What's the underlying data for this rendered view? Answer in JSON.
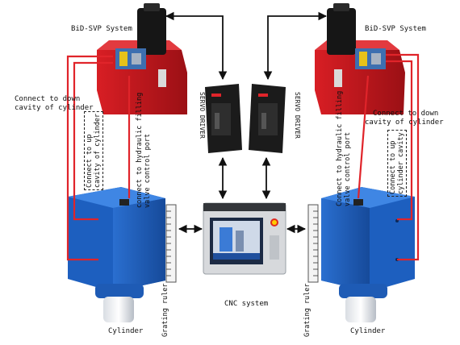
{
  "labels": {
    "bid_svp_left": "BiD-SVP System",
    "bid_svp_right": "BiD-SVP System",
    "connect_down_left_1": "Connect to down",
    "connect_down_left_2": "cavity of cylinder",
    "connect_down_right_1": "Connect to down",
    "connect_down_right_2": "cavity of cylinder",
    "connect_up_left_1": "Connect to up",
    "connect_up_left_2": "cavity of cylinder",
    "connect_up_right_1": "Connect to up",
    "connect_up_right_2": "cylinder cavity",
    "hyd_left_1": "connect to hydraulic filling",
    "hyd_left_2": "valve control port",
    "hyd_right_1": "Connect to hydraulic filling",
    "hyd_right_2": "valve control port",
    "servo_left": "SERVO DRIVER",
    "servo_right": "SERVO DRIVER",
    "cnc": "CNC system",
    "grating_left": "Grating ruler",
    "grating_right": "Grating ruler",
    "cylinder_left": "Cylinder",
    "cylinder_right": "Cylinder"
  },
  "colors": {
    "hydraulic_line": "#e0242a",
    "unit_red": "#c4161c",
    "cylinder_blue": "#1d5fbf",
    "driver_black": "#1b1b1b",
    "arrow": "#111111"
  }
}
